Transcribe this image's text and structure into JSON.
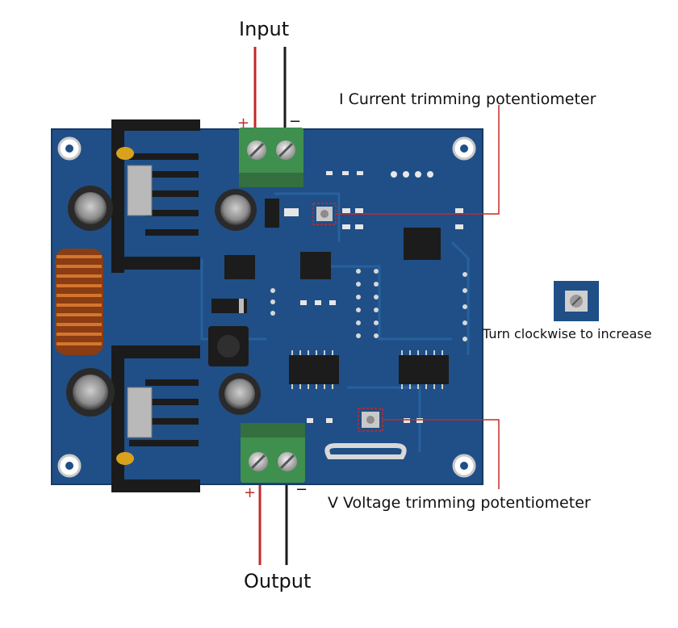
{
  "labels": {
    "input": "Input",
    "output": "Output",
    "current_pot": "I Current trimming potentiometer",
    "voltage_pot": "V Voltage trimming potentiometer",
    "clockwise": "Turn clockwise to increase"
  },
  "terminal_signs": {
    "plus": "+",
    "minus": "−"
  },
  "colors": {
    "board": "#1f4f86",
    "positive_wire": "#c62828",
    "negative_wire": "#1a1a1a",
    "terminal": "#3f8f4e",
    "inductor": "#b5561c"
  }
}
